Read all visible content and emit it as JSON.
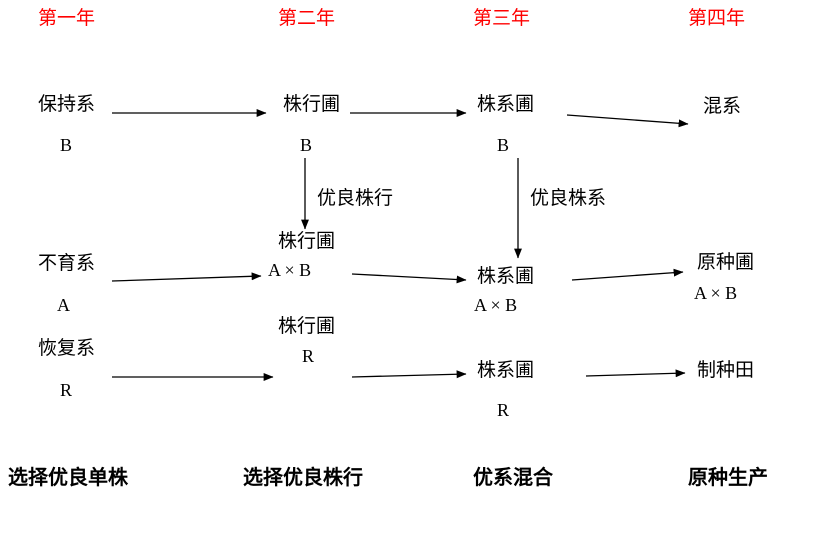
{
  "diagram": {
    "colors": {
      "year_header_red": "#ff0000",
      "text_black": "#000000"
    },
    "years": [
      "第一年",
      "第二年",
      "第三年",
      "第四年"
    ],
    "rows": {
      "maintainer": {
        "source": {
          "label": "保持系",
          "code": "B"
        },
        "year2": {
          "label": "株行圃",
          "code": "B"
        },
        "year3": {
          "label": "株系圃",
          "code": "B"
        },
        "year4": {
          "label": "混系"
        }
      },
      "sterile": {
        "source": {
          "label": "不育系",
          "code": "A"
        },
        "year2": {
          "label": "株行圃",
          "code": "A × B"
        },
        "year3": {
          "label": "株系圃",
          "code": "A × B"
        },
        "year4": {
          "label": "原种圃",
          "code": "A × B"
        }
      },
      "restorer": {
        "source": {
          "label": "恢复系",
          "code": "R"
        },
        "year2": {
          "label": "株行圃",
          "code": "R"
        },
        "year3": {
          "label": "株系圃",
          "code": "R"
        },
        "year4": {
          "label": "制种田"
        }
      }
    },
    "arrow_labels": {
      "excellent_rows": "优良株行",
      "excellent_lines": "优良株系"
    },
    "bottom_steps": [
      "选择优良单株",
      "选择优良株行",
      "优系混合",
      "原种生产"
    ]
  }
}
